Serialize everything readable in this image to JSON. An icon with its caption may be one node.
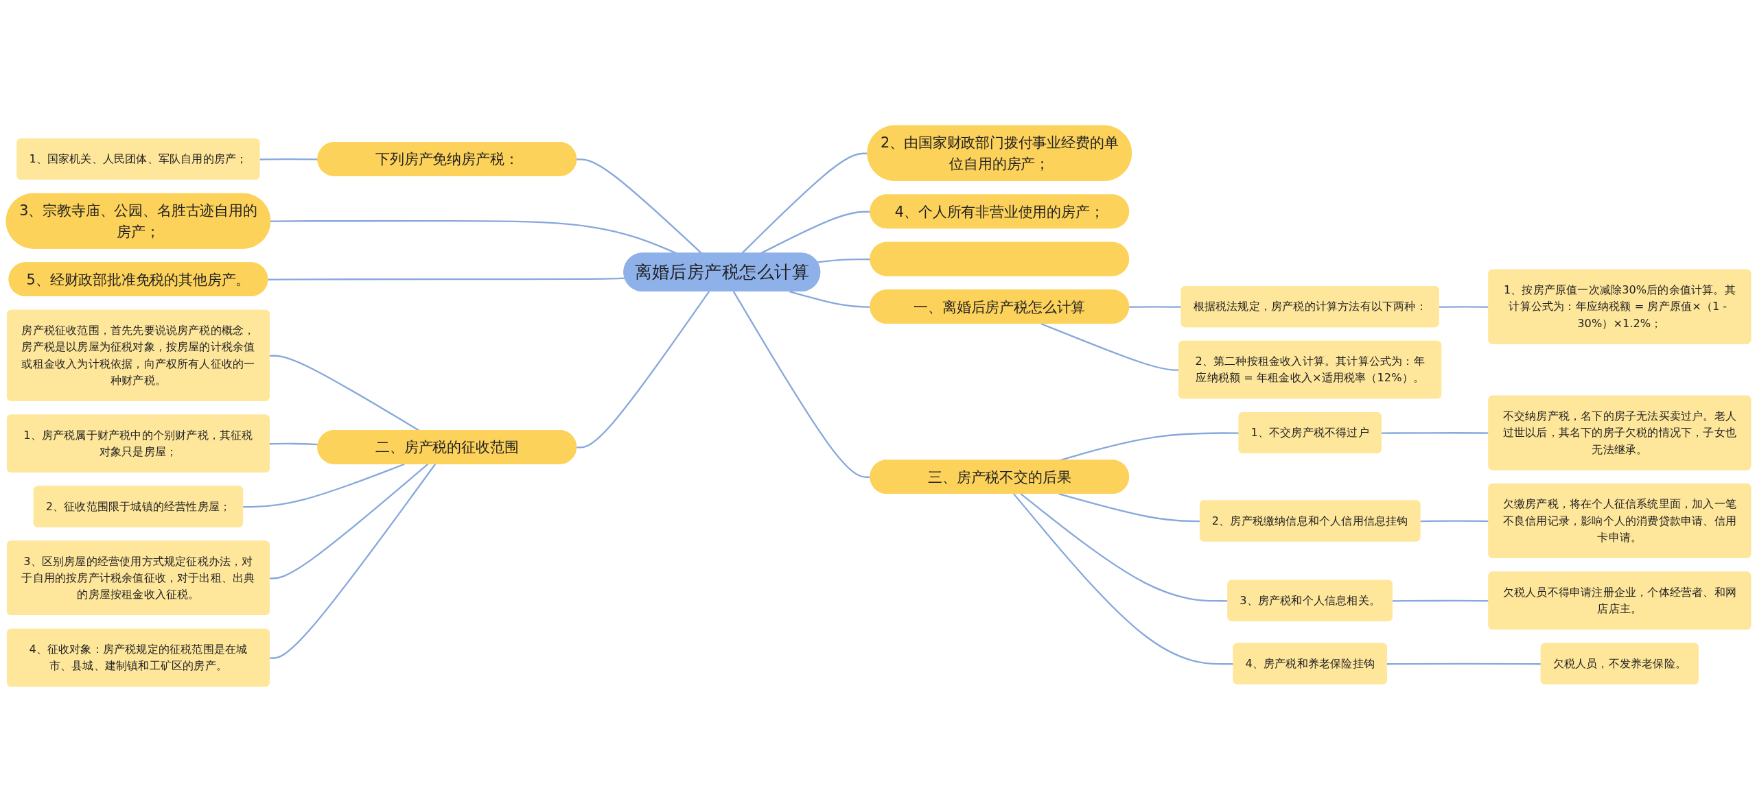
{
  "diagram": {
    "nodes": [
      {
        "text": [
          "离婚后房产税怎么计算"
        ]
      },
      {
        "text": [
          "下列房产免纳房产税："
        ]
      },
      {
        "text": [
          "1、国家机关、人民团体、军队自用的房产；"
        ]
      },
      {
        "text": [
          "3、宗教寺庙、公园、名胜古迹自用的房产；"
        ]
      },
      {
        "text": [
          "5、经财政部批准免税的其他房产。"
        ]
      },
      {
        "text": [
          "二、房产税的征收范围"
        ]
      },
      {
        "text": [
          "房产税征收范围，首先先要说说房产税的概念，房产税是以房屋为征税对象，按房屋的计税余值或租金收入为计税依据，向产权所有人征收的一种财产税。"
        ]
      },
      {
        "text": [
          "1、房产税属于财产税中的个别财产税，其征税对象只是房屋；"
        ]
      },
      {
        "text": [
          "2、征收范围限于城镇的经营性房屋；"
        ]
      },
      {
        "text": [
          "3、区别房屋的经营使用方式规定征税办法，对于自用的按房产计税余值征收，对于出租、出典的房屋按租金收入征税。"
        ]
      },
      {
        "text": [
          "4、征收对象：房产税规定的征税范围是在城市、县城、建制镇和工矿区的房产。"
        ]
      },
      {
        "text": [
          "一、离婚后房产税怎么计算"
        ]
      },
      {
        "text": [
          "根据税法规定，房产税的计算方法有以下两种："
        ]
      },
      {
        "text": [
          "1、按房产原值一次减除30%后的余值计算。其计算公式为：年应纳税额 = 房产原值×（1 - 30%）×1.2%；"
        ]
      },
      {
        "text": [
          "2、第二种按租金收入计算。其计算公式为：年应纳税额 = 年租金收入×适用税率（12%）。"
        ]
      },
      {
        "text": [
          "2、由国家财政部门拨付事业经费的单位自用的房产；"
        ]
      },
      {
        "text": [
          "4、个人所有非营业使用的房产；"
        ]
      },
      {
        "text": [],
        "shape": "box"
      },
      {
        "text": [
          "三、房产税不交的后果"
        ]
      },
      {
        "text": [
          "1、不交房产税不得过户"
        ]
      },
      {
        "text": [
          "不交纳房产税，名下的房子无法买卖过户。老人过世以后，其名下的房子欠税的情况下，子女也无法继承。"
        ]
      },
      {
        "text": [
          "2、房产税缴纳信息和个人信用信息挂钩"
        ]
      },
      {
        "text": [
          "欠缴房产税，将在个人征信系统里面，加入一笔不良信用记录，影响个人的消费贷款申请、信用卡申请。"
        ]
      },
      {
        "text": [
          "3、房产税和个人信息相关。"
        ]
      },
      {
        "text": [
          "欠税人员不得申请注册企业，个体经营者、和网店店主。"
        ]
      },
      {
        "text": [
          "4、房产税和养老保险挂钩"
        ]
      },
      {
        "text": [
          "欠税人员，不发养老保险。"
        ]
      }
    ],
    "edges": [
      {
        "from": 2,
        "to": 1,
        "arrow": "none"
      },
      {
        "from": 1,
        "to": 0,
        "arrow": "none"
      },
      {
        "from": 3,
        "to": 0,
        "arrow": "none"
      },
      {
        "from": 4,
        "to": 0,
        "arrow": "none"
      },
      {
        "from": 6,
        "to": 5,
        "arrow": "none"
      },
      {
        "from": 7,
        "to": 5,
        "arrow": "none"
      },
      {
        "from": 8,
        "to": 5,
        "arrow": "none"
      },
      {
        "from": 9,
        "to": 5,
        "arrow": "none"
      },
      {
        "from": 10,
        "to": 5,
        "arrow": "none"
      },
      {
        "from": 5,
        "to": 0,
        "arrow": "none"
      },
      {
        "from": 0,
        "to": 11,
        "arrow": "none"
      },
      {
        "from": 11,
        "to": 12,
        "arrow": "none"
      },
      {
        "from": 12,
        "to": 13,
        "arrow": "none"
      },
      {
        "from": 11,
        "to": 14,
        "arrow": "none"
      },
      {
        "from": 0,
        "to": 15,
        "arrow": "none"
      },
      {
        "from": 0,
        "to": 16,
        "arrow": "none"
      },
      {
        "from": 0,
        "to": 17,
        "arrow": "none"
      },
      {
        "from": 0,
        "to": 18,
        "arrow": "none"
      },
      {
        "from": 18,
        "to": 19,
        "arrow": "none"
      },
      {
        "from": 19,
        "to": 20,
        "arrow": "none"
      },
      {
        "from": 18,
        "to": 21,
        "arrow": "none"
      },
      {
        "from": 21,
        "to": 22,
        "arrow": "none"
      },
      {
        "from": 18,
        "to": 23,
        "arrow": "none"
      },
      {
        "from": 23,
        "to": 24,
        "arrow": "none"
      },
      {
        "from": 18,
        "to": 25,
        "arrow": "none"
      },
      {
        "from": 25,
        "to": 26,
        "arrow": "none"
      }
    ]
  }
}
